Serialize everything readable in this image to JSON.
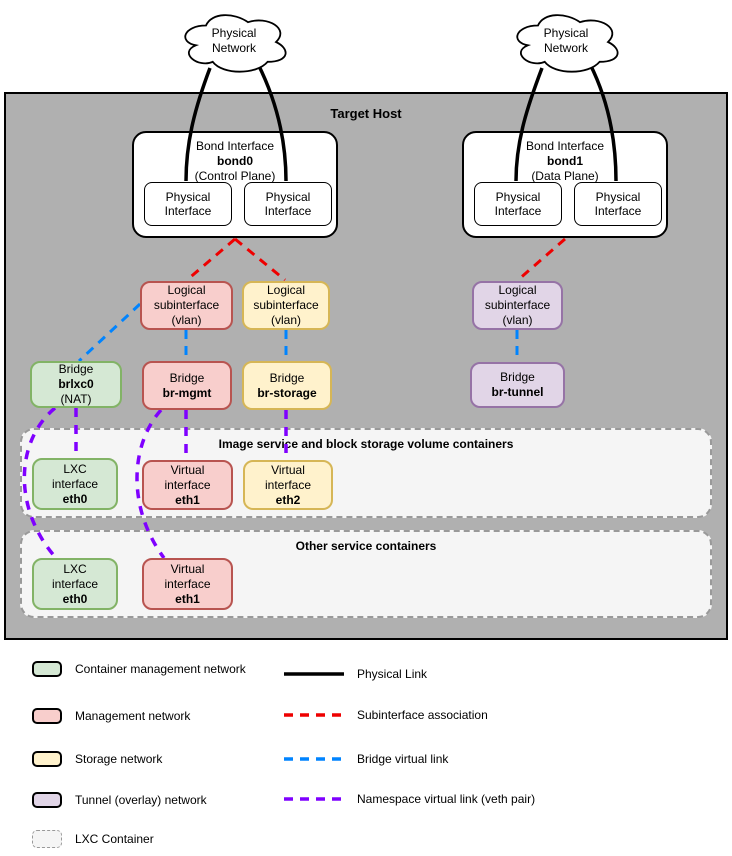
{
  "cloud": {
    "label": "Physical Network"
  },
  "host": {
    "title": "Target Host"
  },
  "bond0": {
    "title": "Bond Interface",
    "name": "bond0",
    "plane": "(Control Plane)"
  },
  "bond1": {
    "title": "Bond Interface",
    "name": "bond1",
    "plane": "(Data Plane)"
  },
  "physical_interface": {
    "label": "Physical Interface"
  },
  "subinterface": {
    "l1": "Logical",
    "l2": "subinterface",
    "l3": "(vlan)"
  },
  "bridges": {
    "brlxc0": {
      "l1": "Bridge",
      "name": "brlxc0",
      "l3": "(NAT)"
    },
    "br_mgmt": {
      "l1": "Bridge",
      "name": "br-mgmt"
    },
    "br_storage": {
      "l1": "Bridge",
      "name": "br-storage"
    },
    "br_tunnel": {
      "l1": "Bridge",
      "name": "br-tunnel"
    }
  },
  "sections": {
    "image_storage": {
      "title": "Image service and block storage volume containers"
    },
    "other": {
      "title": "Other service containers"
    }
  },
  "interfaces": {
    "lxc_eth0": {
      "l1": "LXC",
      "l2": "interface",
      "name": "eth0"
    },
    "virt_eth1": {
      "l1": "Virtual",
      "l2": "interface",
      "name": "eth1"
    },
    "virt_eth2": {
      "l1": "Virtual",
      "l2": "interface",
      "name": "eth2"
    }
  },
  "legend": {
    "swatches": [
      {
        "label": "Container management network",
        "color": "#d5e8d4",
        "border": "#82b366"
      },
      {
        "label": "Management network",
        "color": "#f8cecc",
        "border": "#b85450"
      },
      {
        "label": "Storage network",
        "color": "#fff2cc",
        "border": "#d6b656"
      },
      {
        "label": "Tunnel (overlay) network",
        "color": "#e1d5e7",
        "border": "#9673a6"
      },
      {
        "label": "LXC Container",
        "color": "#f5f5f5",
        "border": "#999999"
      }
    ],
    "lines": [
      {
        "label": "Physical Link",
        "style": "solid",
        "color": "#000000"
      },
      {
        "label": "Subinterface association",
        "style": "dashed",
        "color": "#ee0000"
      },
      {
        "label": "Bridge virtual link",
        "style": "dashed",
        "color": "#0084ff"
      },
      {
        "label": "Namespace virtual link (veth pair)",
        "style": "dashed",
        "color": "#7f00ff"
      }
    ]
  },
  "colors": {
    "host_gray": "#b0b0b0",
    "section_fill": "#f5f5f5",
    "green_fill": "#d5e8d4",
    "green_stroke": "#82b366",
    "red_fill": "#f8cecc",
    "red_stroke": "#b85450",
    "yellow_fill": "#fff2cc",
    "yellow_stroke": "#d6b656",
    "purple_fill": "#e1d5e7",
    "purple_stroke": "#9673a6",
    "link_black": "#000000",
    "link_red": "#ee0000",
    "link_blue": "#0084ff",
    "link_purple": "#7f00ff"
  }
}
